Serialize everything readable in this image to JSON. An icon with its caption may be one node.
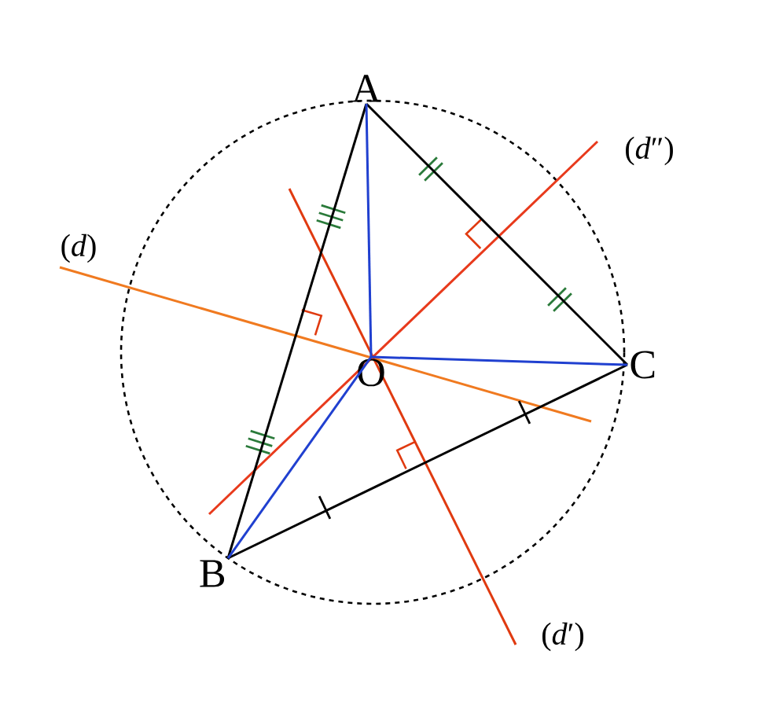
{
  "diagram": {
    "nodes": [
      {
        "text": [
          "A"
        ]
      },
      {
        "text": [
          "B"
        ]
      },
      {
        "text": [
          "C"
        ]
      },
      {
        "text": [
          "O"
        ]
      }
    ],
    "edges": [
      {
        "from": 0,
        "to": 1,
        "arrow": "none"
      },
      {
        "from": 1,
        "to": 2,
        "arrow": "none"
      },
      {
        "from": 2,
        "to": 0,
        "arrow": "none"
      },
      {
        "from": 3,
        "to": 0,
        "arrow": "none",
        "color": "#2040d0"
      },
      {
        "from": 3,
        "to": 1,
        "arrow": "none",
        "color": "#2040d0"
      },
      {
        "from": 3,
        "to": 2,
        "arrow": "none",
        "color": "#2040d0"
      }
    ],
    "labels": [
      "(*d*″)",
      "(*d*)",
      "(*d*′)"
    ]
  }
}
